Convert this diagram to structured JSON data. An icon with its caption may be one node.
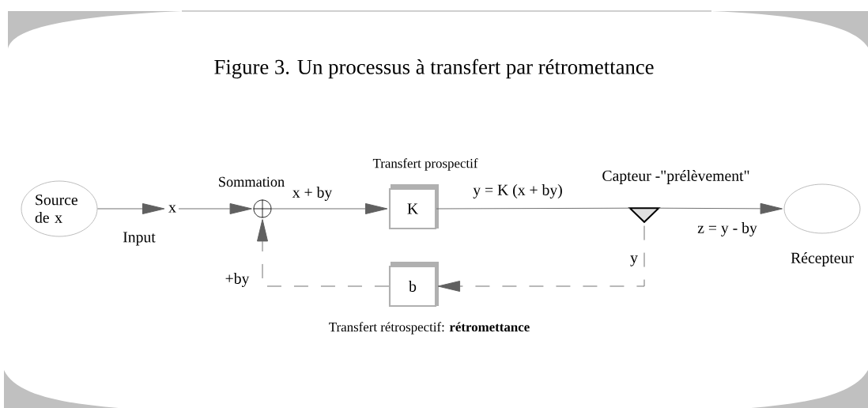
{
  "diagram": {
    "title": "Figure 3. Un processus à transfert par rétromettance",
    "nodes": [
      {
        "text": [
          "Source de x"
        ]
      },
      {
        "text": [
          "x"
        ]
      },
      {
        "text": [],
        "shape": "circle",
        "beside": [
          "Sommation"
        ]
      },
      {
        "text": [
          "K"
        ],
        "beside": [
          "Transfert prospectif"
        ]
      },
      {
        "text": [],
        "shape": "triangle",
        "beside": [
          "Capteur -\"prélèvement\""
        ]
      },
      {
        "text": [],
        "shape": "ellipse",
        "beside": [
          "Récepteur"
        ]
      },
      {
        "text": [
          "b"
        ],
        "beside": [
          "Transfert rétrospectif: **rétromettance**"
        ]
      }
    ],
    "edges": [
      {
        "from": 0,
        "to": 1,
        "arrow": "to",
        "label": "Input"
      },
      {
        "from": 1,
        "to": 2,
        "arrow": "to"
      },
      {
        "from": 2,
        "to": 3,
        "arrow": "to",
        "label": "x + by"
      },
      {
        "from": 3,
        "to": 4,
        "arrow": "none",
        "label": "y = K (x + by)"
      },
      {
        "from": 4,
        "to": 5,
        "arrow": "to",
        "label": "z = y - by"
      },
      {
        "from": 4,
        "to": 6,
        "arrow": "to",
        "label": "y",
        "style": "dashed"
      },
      {
        "from": 6,
        "to": 2,
        "arrow": "to",
        "label": "+by",
        "style": "dashed"
      }
    ]
  }
}
